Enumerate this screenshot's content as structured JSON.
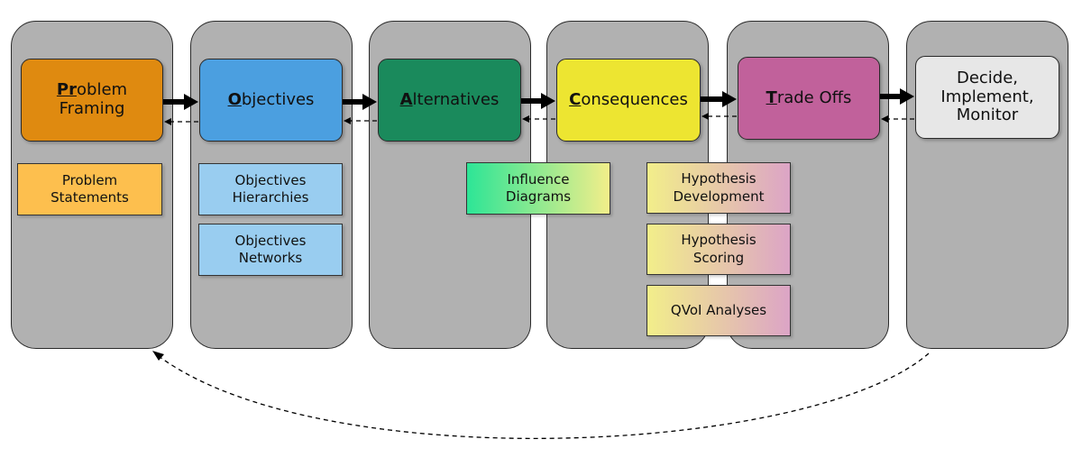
{
  "stages": [
    {
      "id": "problem-framing",
      "cap": "Pr",
      "rest": "oblem",
      "line2": "Framing",
      "color": "#df8a10"
    },
    {
      "id": "objectives",
      "cap": "O",
      "rest": "bjectives",
      "line2": "",
      "color": "#4b9fe0"
    },
    {
      "id": "alternatives",
      "cap": "A",
      "rest": "lternatives",
      "line2": "",
      "color": "#1a8a5c"
    },
    {
      "id": "consequences",
      "cap": "C",
      "rest": "onsequences",
      "line2": "",
      "color": "#ede531"
    },
    {
      "id": "trade-offs",
      "cap": "T",
      "rest": "rade Offs",
      "line2": "",
      "color": "#c1619b"
    },
    {
      "id": "decide",
      "cap": "",
      "rest": "Decide,",
      "line2": "Implement,",
      "line3": "Monitor",
      "color": "#e7e7e7"
    }
  ],
  "tools": {
    "problem_statements": {
      "l1": "Problem",
      "l2": "Statements"
    },
    "objectives_hierarchies": {
      "l1": "Objectives",
      "l2": "Hierarchies"
    },
    "objectives_networks": {
      "l1": "Objectives",
      "l2": "Networks"
    },
    "influence_diagrams": {
      "l1": "Influence",
      "l2": "Diagrams"
    },
    "hypothesis_development": {
      "l1": "Hypothesis",
      "l2": "Development"
    },
    "hypothesis_scoring": {
      "l1": "Hypothesis",
      "l2": "Scoring"
    },
    "qvoi_analyses": {
      "l1": "QVoI Analyses"
    }
  },
  "colors": {
    "column": "#b1b1b1",
    "tool_orange": "#fdbf4e",
    "tool_blue": "#99cdf0",
    "gradient_green_start": "#2de596",
    "gradient_yellow": "#f2ee8a",
    "gradient_pink": "#dca4c6"
  }
}
